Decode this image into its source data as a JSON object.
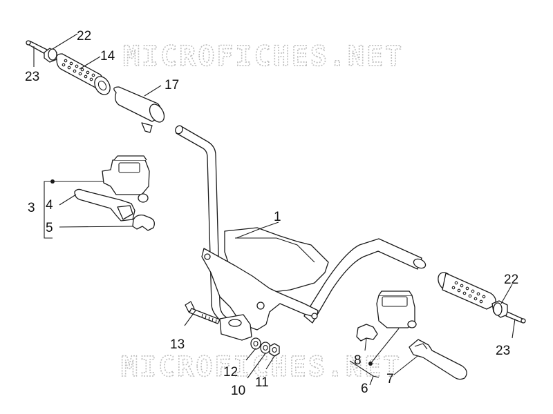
{
  "watermark": "MICROFICHES.NET",
  "callouts": {
    "c1": "1",
    "c3": "3",
    "c4": "4",
    "c5": "5",
    "c6": "6",
    "c7": "7",
    "c8": "8",
    "c10": "10",
    "c11": "11",
    "c12": "12",
    "c13": "13",
    "c14": "14",
    "c17": "17",
    "c22_top": "22",
    "c23_top": "23",
    "c22_right": "22",
    "c23_right": "23"
  }
}
